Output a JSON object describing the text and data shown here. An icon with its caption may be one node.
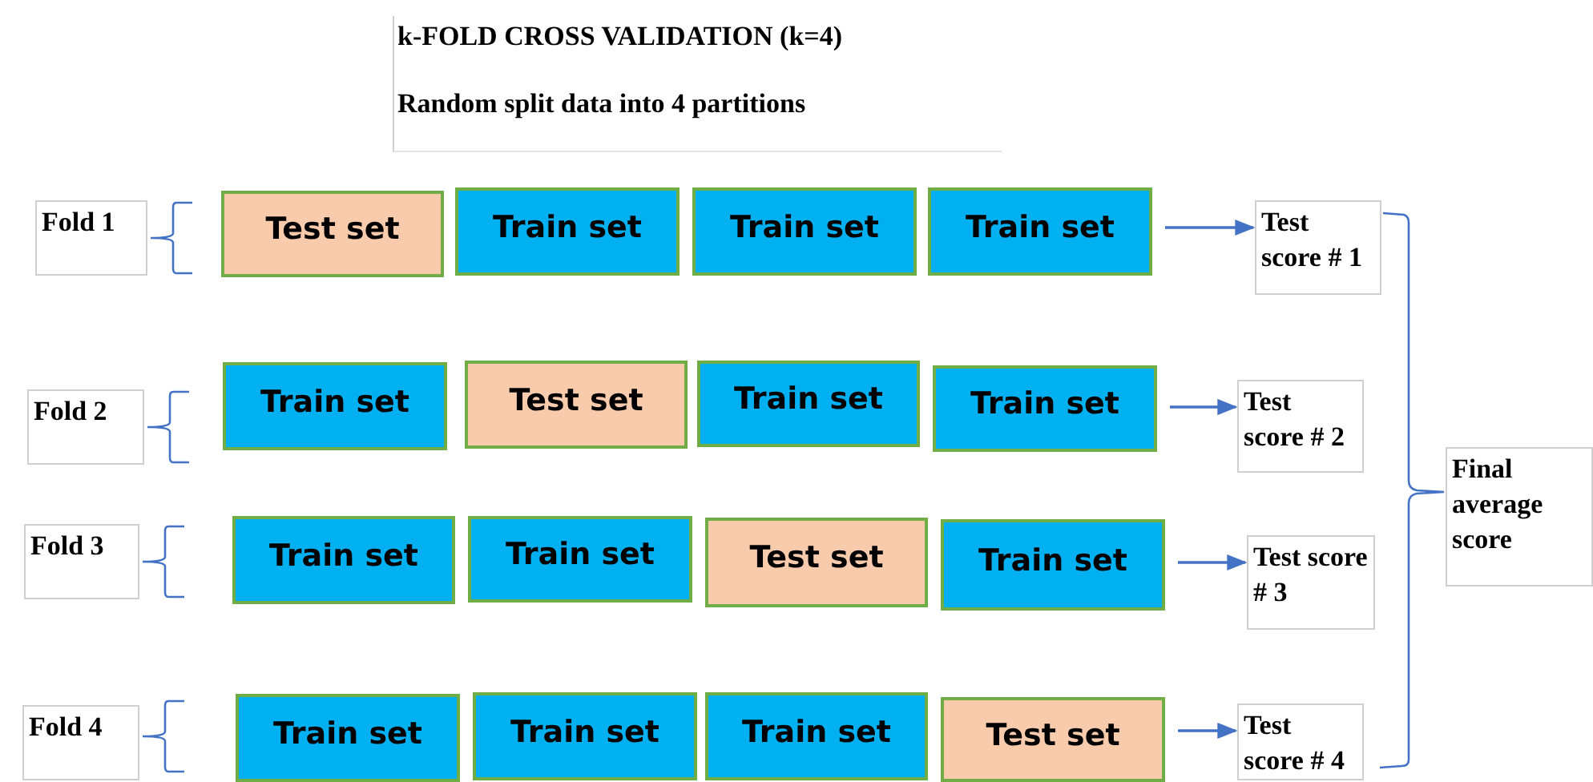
{
  "diagram": {
    "title": "k-FOLD CROSS VALIDATION (k=4)",
    "nodes": [
      {
        "text": [
          "Fold 1"
        ]
      },
      {
        "text": [
          "Test set"
        ]
      },
      {
        "text": [
          "Train set"
        ]
      },
      {
        "text": [
          "Train set"
        ]
      },
      {
        "text": [
          "Train set"
        ]
      },
      {
        "text": [
          "Test score # 1"
        ]
      },
      {
        "text": [
          "Fold 2"
        ]
      },
      {
        "text": [
          "Train set"
        ]
      },
      {
        "text": [
          "Test set"
        ]
      },
      {
        "text": [
          "Train set"
        ]
      },
      {
        "text": [
          "Train set"
        ]
      },
      {
        "text": [
          "Test score # 2"
        ]
      },
      {
        "text": [
          "Fold 3"
        ]
      },
      {
        "text": [
          "Train set"
        ]
      },
      {
        "text": [
          "Train set"
        ]
      },
      {
        "text": [
          "Test set"
        ]
      },
      {
        "text": [
          "Train set"
        ]
      },
      {
        "text": [
          "Test score # 3"
        ]
      },
      {
        "text": [
          "Fold 4"
        ]
      },
      {
        "text": [
          "Train set"
        ]
      },
      {
        "text": [
          "Train set"
        ]
      },
      {
        "text": [
          "Train set"
        ]
      },
      {
        "text": [
          "Test set"
        ]
      },
      {
        "text": [
          "Test score # 4"
        ]
      },
      {
        "text": [
          "Final average score"
        ]
      }
    ],
    "edges": [
      {
        "from": 4,
        "to": 5,
        "arrow": "to"
      },
      {
        "from": 10,
        "to": 11,
        "arrow": "to"
      },
      {
        "from": 16,
        "to": 17,
        "arrow": "to"
      },
      {
        "from": 22,
        "to": 23,
        "arrow": "to"
      }
    ],
    "labels": [
      "Random split data into 4 partitions"
    ]
  }
}
